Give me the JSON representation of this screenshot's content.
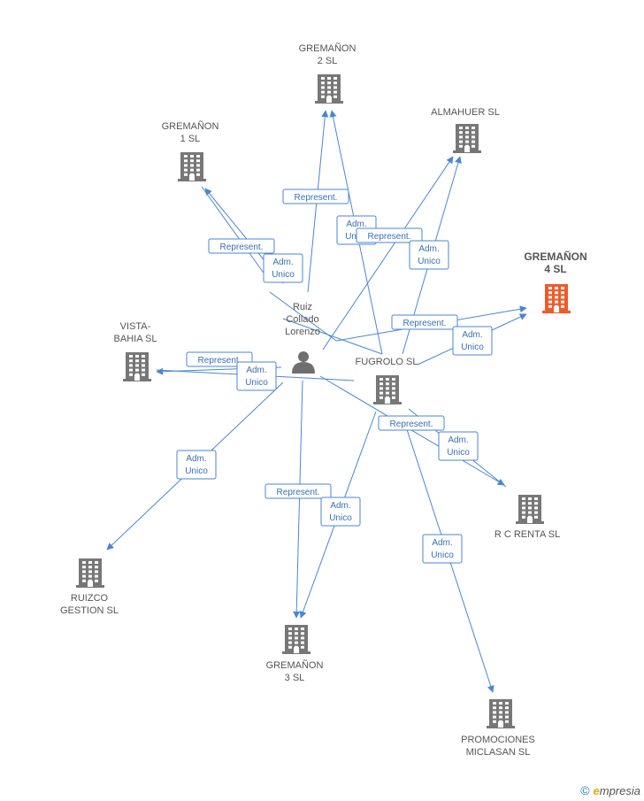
{
  "colors": {
    "edge": "#4a86d4",
    "company": "#777777",
    "highlight": "#f05a28",
    "person": "#6f6f6f"
  },
  "nodes": [
    {
      "id": "gremanon2",
      "kind": "company",
      "lines": [
        "GREMAÑON",
        "2 SL"
      ],
      "highlight": false
    },
    {
      "id": "gremanon1",
      "kind": "company",
      "lines": [
        "GREMAÑON",
        "1 SL"
      ],
      "highlight": false
    },
    {
      "id": "almahuer",
      "kind": "company",
      "lines": [
        "ALMAHUER SL"
      ],
      "highlight": false
    },
    {
      "id": "gremanon4",
      "kind": "company",
      "lines": [
        "GREMAÑON",
        "4 SL"
      ],
      "highlight": true
    },
    {
      "id": "vistabahia",
      "kind": "company",
      "lines": [
        "VISTA-",
        "BAHIA SL"
      ],
      "highlight": false
    },
    {
      "id": "ruiz",
      "kind": "person",
      "lines": [
        "Ruiz",
        "Collado",
        "Lorenzo"
      ],
      "highlight": false
    },
    {
      "id": "fugrolo",
      "kind": "company",
      "lines": [
        "FUGROLO  SL"
      ],
      "highlight": false
    },
    {
      "id": "rcrenta",
      "kind": "company",
      "lines": [
        "R C RENTA SL"
      ],
      "highlight": false
    },
    {
      "id": "ruizco",
      "kind": "company",
      "lines": [
        "RUIZCO",
        "GESTION SL"
      ],
      "highlight": false
    },
    {
      "id": "gremanon3",
      "kind": "company",
      "lines": [
        "GREMAÑON",
        "3 SL"
      ],
      "highlight": false
    },
    {
      "id": "promociones",
      "kind": "company",
      "lines": [
        "PROMOCIONES",
        "MICLASAN SL"
      ],
      "highlight": false
    }
  ],
  "edge_labels": [
    {
      "id": "e1",
      "lines": [
        "Represent."
      ]
    },
    {
      "id": "e2",
      "lines": [
        "Adm.",
        "Unico"
      ]
    },
    {
      "id": "e3",
      "lines": [
        "Represent."
      ]
    },
    {
      "id": "e4",
      "lines": [
        "Adm.",
        "Unico"
      ]
    },
    {
      "id": "e5",
      "lines": [
        "Represent."
      ]
    },
    {
      "id": "e6",
      "lines": [
        "Adm.",
        "Unico"
      ]
    },
    {
      "id": "e7",
      "lines": [
        "Represent."
      ]
    },
    {
      "id": "e8",
      "lines": [
        "Adm.",
        "Unico"
      ]
    },
    {
      "id": "e9",
      "lines": [
        "Represent."
      ]
    },
    {
      "id": "e10",
      "lines": [
        "Adm.",
        "Unico"
      ]
    },
    {
      "id": "e11",
      "lines": [
        "Adm.",
        "Unico"
      ]
    },
    {
      "id": "e12",
      "lines": [
        "Represent."
      ]
    },
    {
      "id": "e13",
      "lines": [
        "Adm.",
        "Unico"
      ]
    },
    {
      "id": "e14",
      "lines": [
        "Represent."
      ]
    },
    {
      "id": "e15",
      "lines": [
        "Adm.",
        "Unico"
      ]
    },
    {
      "id": "e16",
      "lines": [
        "Adm.",
        "Unico"
      ]
    }
  ],
  "footer": {
    "copyright": "©",
    "brand_initial": "e",
    "brand_rest": "mpresia"
  }
}
